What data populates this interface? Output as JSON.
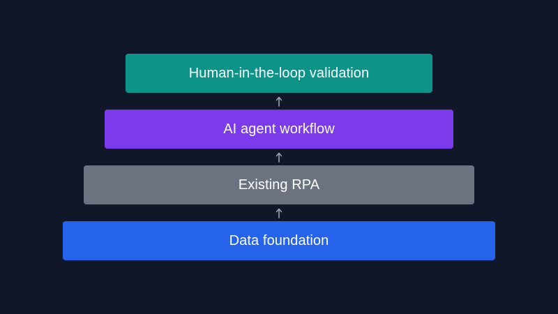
{
  "diagram": {
    "layers": [
      {
        "label": "Human-in-the-loop validation",
        "color": "#0d9488"
      },
      {
        "label": "AI agent workflow",
        "color": "#7c3aed"
      },
      {
        "label": "Existing RPA",
        "color": "#6b7280"
      },
      {
        "label": "Data foundation",
        "color": "#2563eb"
      }
    ],
    "arrow_color": "#9ca3af",
    "background": "#0f1729"
  }
}
